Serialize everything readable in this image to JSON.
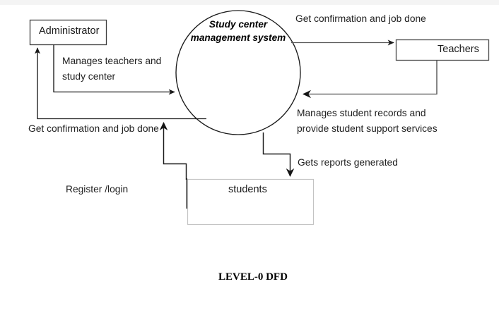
{
  "diagram": {
    "caption": "LEVEL-0 DFD",
    "colors": {
      "line": "#1a1a1a",
      "box_border": "#3d3d3d",
      "datastore_border": "#c3c3c3",
      "text": "#1a1a1a",
      "background": "#ffffff"
    },
    "process": {
      "name": "study-center-management-system",
      "label_line1": "Study center",
      "label_line2": "management system",
      "shape": "circle"
    },
    "entities": [
      {
        "name": "administrator",
        "label": "Administrator",
        "shape": "rectangle"
      },
      {
        "name": "teachers",
        "label": "Teachers",
        "shape": "rectangle"
      },
      {
        "name": "students",
        "label": "students",
        "shape": "data-store"
      }
    ],
    "flows": [
      {
        "name": "manages-teachers-and-study-center",
        "from": "administrator",
        "to": "study-center-management-system",
        "label_line1": "Manages teachers and",
        "label_line2": "study center"
      },
      {
        "name": "get-confirmation-and-job-done-admin",
        "from": "study-center-management-system",
        "to": "administrator",
        "label_line1": "Get confirmation and job done",
        "label_line2": ""
      },
      {
        "name": "get-confirmation-and-job-done-teachers",
        "from": "study-center-management-system",
        "to": "teachers",
        "label_line1": "Get confirmation and job done",
        "label_line2": ""
      },
      {
        "name": "manages-student-records",
        "from": "teachers",
        "to": "study-center-management-system",
        "label_line1": "Manages student records and",
        "label_line2": "provide student support services"
      },
      {
        "name": "gets-reports-generated",
        "from": "study-center-management-system",
        "to": "students",
        "label_line1": "Gets reports generated",
        "label_line2": ""
      },
      {
        "name": "register-login",
        "from": "students",
        "to": "study-center-management-system",
        "label_line1": "Register /login",
        "label_line2": ""
      }
    ]
  }
}
